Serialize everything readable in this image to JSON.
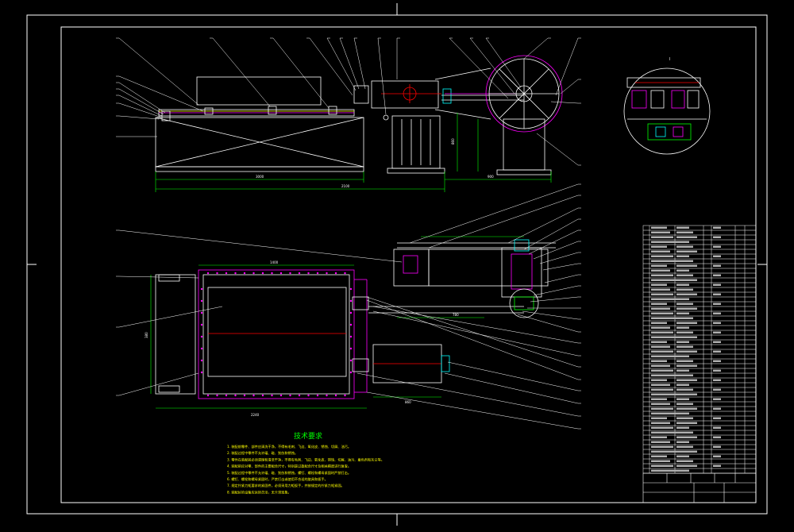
{
  "colors": {
    "background": "#000000",
    "frame": "#ffffff",
    "part": "#ffffff",
    "dimension": "#00ff00",
    "centerline": "#ff0000",
    "accent": "#ff00ff",
    "leader": "#ffffff",
    "highlight": "#00ffff",
    "yellow": "#ffff00"
  },
  "drawing": {
    "dims_front": [
      "3000",
      "2100",
      "900",
      "860"
    ],
    "dims_top": [
      "1400",
      "2240",
      "380",
      "860",
      "780"
    ],
    "detail_label": "I",
    "tech_notes_title": "技术要求",
    "tech_notes": [
      "1. 装配前零件、部件应清洗干净，不得有毛刺、飞边、氧化皮、锈蚀、切屑、油污。",
      "2. 装配过程中零件不允许磕、碰、划伤和锈蚀。",
      "3. 零件在装配前必须清理和清洗干净，不得有毛刺、飞边、氧化皮、锈蚀、切屑、油污、着色剂和灰尘等。",
      "4. 装配前应对零、部件的主要配合尺寸，特别是过盈配合尺寸及相关精度进行复查。",
      "5. 装配过程中零件不允许磕、碰、划伤和锈蚀，螺钉、螺栓和螺母紧固时严禁打击。",
      "6. 螺钉、螺栓和螺母紧固时，严禁打击或使用不合适的旋具和扳手。",
      "7. 规定拧紧力矩要求的紧固件，必须采用力矩扳手，并按规定的拧紧力矩紧固。",
      "8. 装配好的设备应运转灵活，无卡滞现象。"
    ]
  }
}
